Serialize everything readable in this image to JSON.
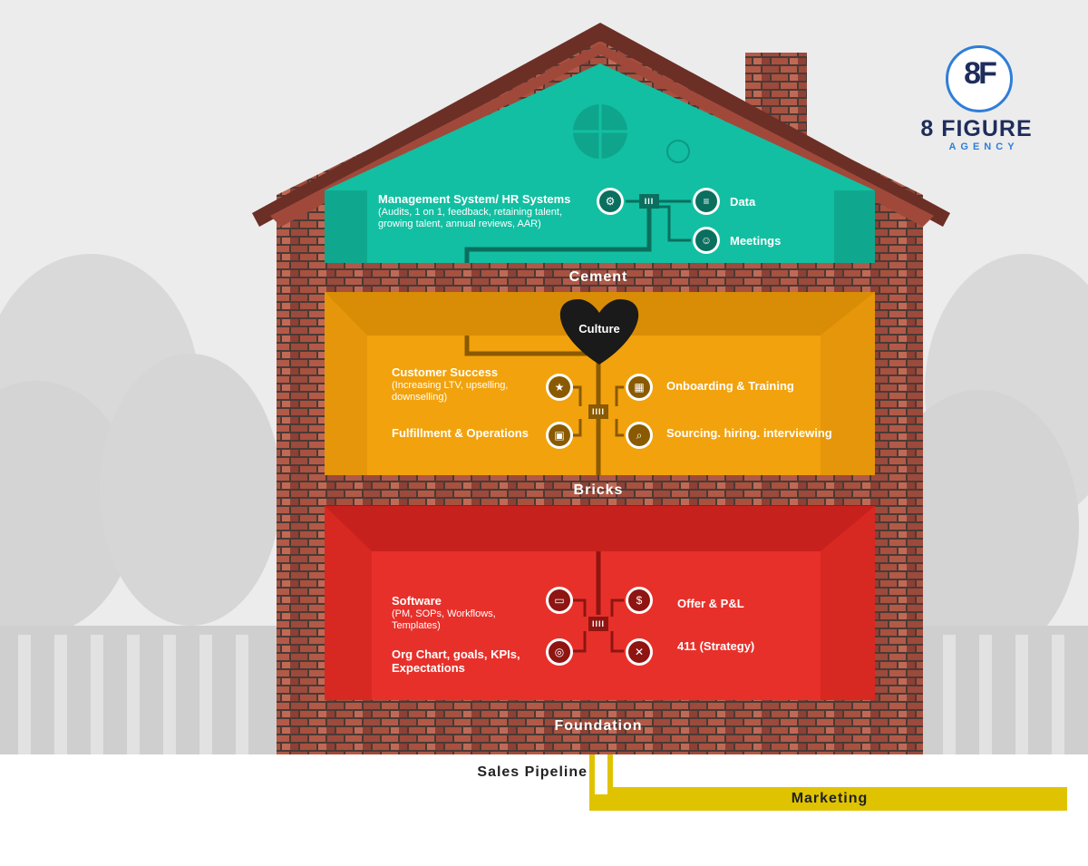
{
  "brand": {
    "logo_mark": "8F",
    "name": "8 FIGURE",
    "tagline": "AGENCY",
    "color": "#1f2d5c",
    "accent": "#2f7ed8"
  },
  "levels": {
    "top": {
      "color": "#12bfa2",
      "left_title": "Management System/ HR Systems",
      "left_sub": "(Audits, 1 on 1, feedback, retaining talent, growing talent, annual reviews, AAR)",
      "right1": "Data",
      "right2": "Meetings",
      "junction": "III",
      "label": "Cement"
    },
    "middle": {
      "color": "#f2a20c",
      "heart": "Culture",
      "left1_title": "Customer Success",
      "left1_sub": "(Increasing LTV, upselling, downselling)",
      "left2": "Fulfillment & Operations",
      "right1": "Onboarding & Training",
      "right2": "Sourcing. hiring. interviewing",
      "junction": "IIII",
      "label": "Bricks"
    },
    "bottom": {
      "color": "#e8302a",
      "left1_title": "Software",
      "left1_sub": "(PM, SOPs, Workflows, Templates)",
      "left2": "Org Chart, goals, KPIs, Expectations",
      "right1": "Offer & P&L",
      "right2": "411 (Strategy)",
      "junction": "IIII",
      "label": "Foundation"
    }
  },
  "pipes": {
    "sales_pipeline": "Sales Pipeline",
    "marketing": "Marketing",
    "pipe_color": "#e0c300"
  },
  "icons": [
    "gear-people-icon",
    "database-icon",
    "meeting-icon",
    "person-star-icon",
    "truck-icon",
    "presentation-icon",
    "search-person-icon",
    "monitor-icon",
    "target-icon",
    "money-hand-icon",
    "strategy-icon"
  ]
}
